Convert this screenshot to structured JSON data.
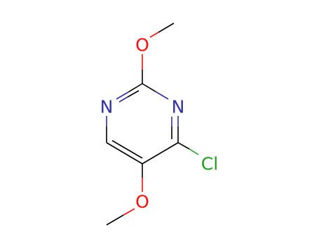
{
  "molecule": {
    "atoms": {
      "o_top": "O",
      "n_left": "N",
      "n_right": "N",
      "cl": "Cl",
      "o_bottom": "O"
    },
    "colors": {
      "bond": "#000000",
      "oxygen": "#ff0d0d",
      "nitrogen": "#3030a0",
      "chlorine": "#1f9f1f"
    }
  }
}
